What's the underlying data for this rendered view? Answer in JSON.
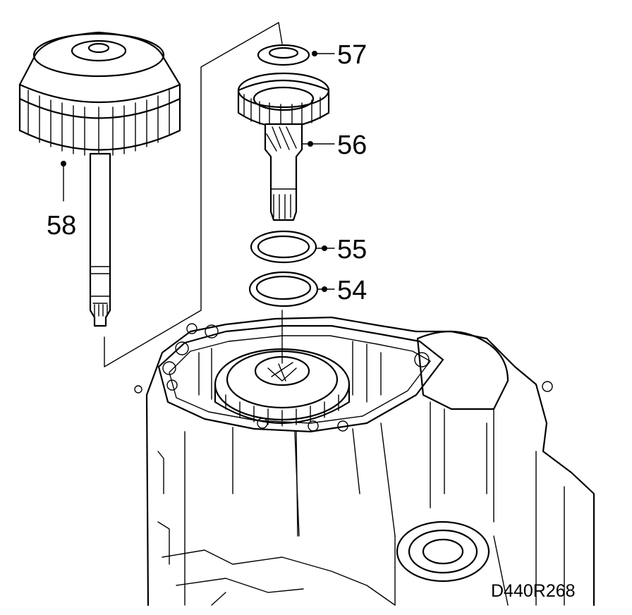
{
  "callouts": {
    "part_57": "57",
    "part_56": "56",
    "part_55": "55",
    "part_54": "54",
    "part_58": "58"
  },
  "figure_code": "D440R268",
  "icons": {
    "part_58": "clutch-drum-shaft-illustration",
    "part_57": "thrust-washer-illustration",
    "part_56": "gear-shaft-illustration",
    "part_55": "seal-ring-illustration",
    "part_54": "seal-ring-illustration",
    "housing": "transmission-housing-illustration"
  }
}
